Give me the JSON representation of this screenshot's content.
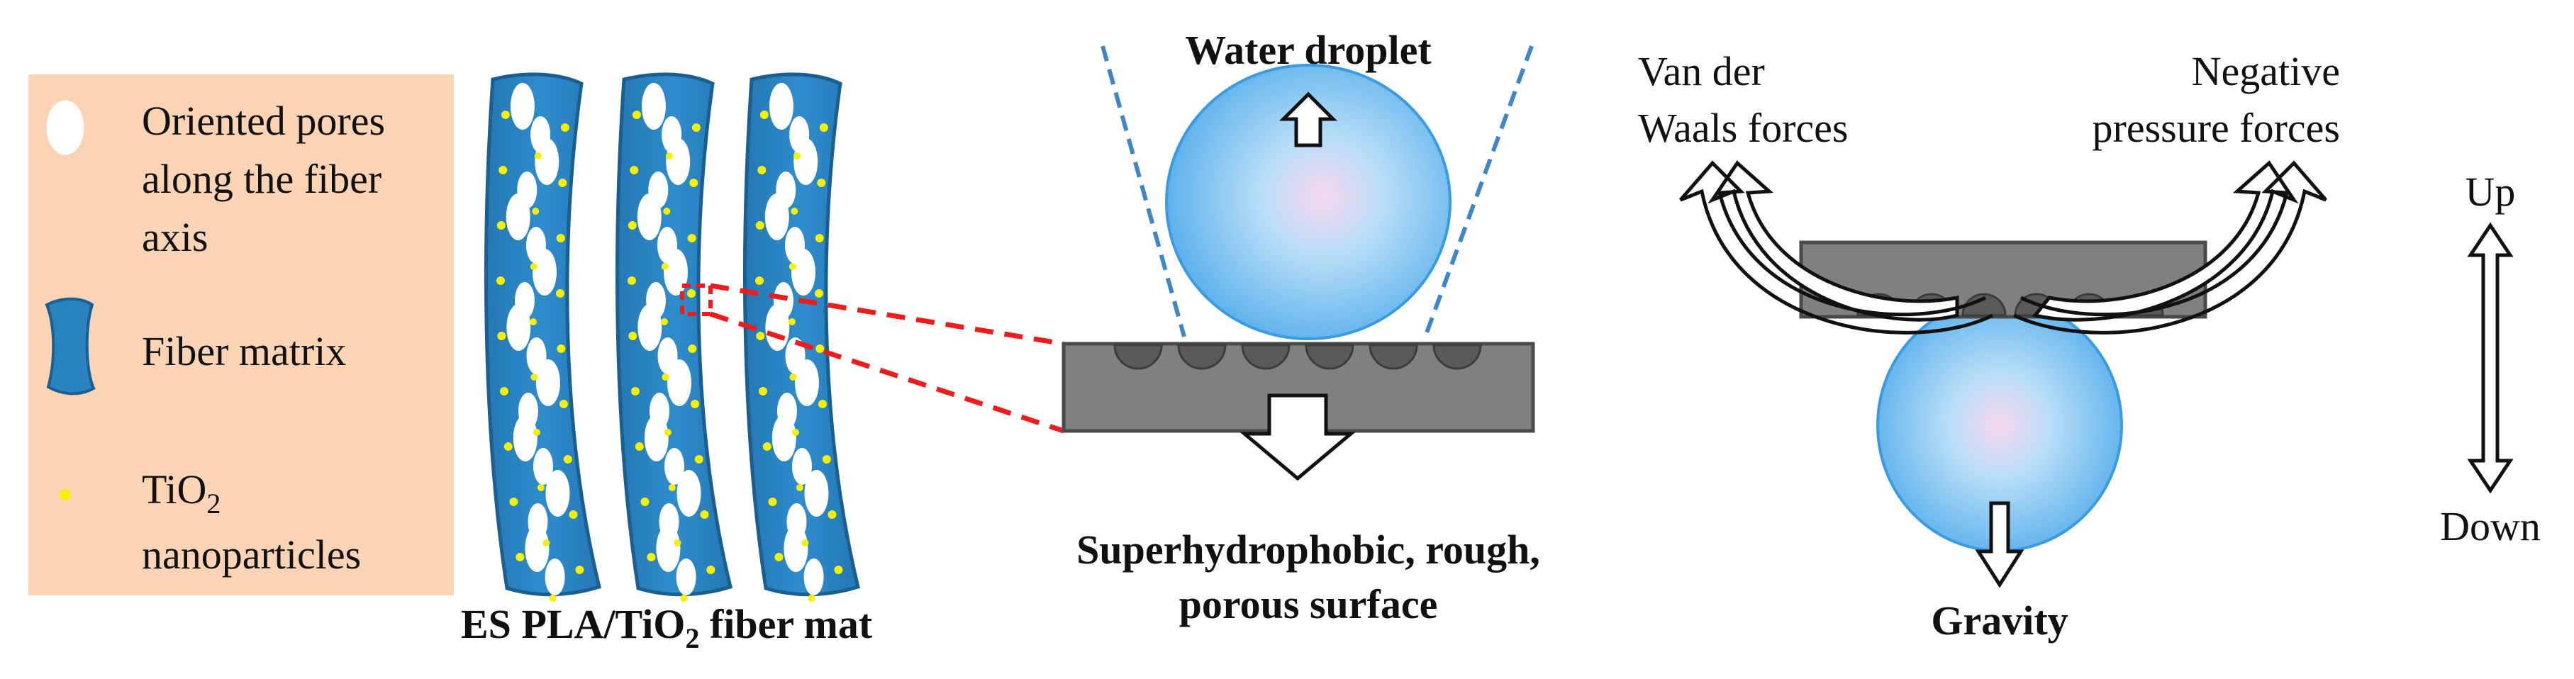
{
  "legend": {
    "pores_label_lines": [
      "Oriented pores",
      "along the fiber",
      "axis"
    ],
    "fiber_label": "Fiber matrix",
    "tio2_label_main": "TiO",
    "tio2_label_sub": "2",
    "tio2_label_line2": "nanoparticles"
  },
  "fiber_mat": {
    "caption_part1": "ES PLA/TiO",
    "caption_sub": "2",
    "caption_part2": " fiber mat"
  },
  "center_panel": {
    "droplet_title": "Water droplet",
    "surface_caption_lines": [
      "Superhydrophobic, rough,",
      "porous surface"
    ]
  },
  "right_panel": {
    "vdw_lines": [
      "Van der",
      "Waals forces"
    ],
    "neg_pressure_lines": [
      "Negative",
      "pressure forces"
    ],
    "gravity_label": "Gravity",
    "up_label": "Up",
    "down_label": "Down"
  },
  "colors": {
    "legend_bg": "#fbd3b5",
    "fiber_blue": "#2a82c0",
    "fiber_edge": "#1b5f91",
    "nanoparticle_yellow": "#f5f000",
    "surface_gray": "#808080",
    "bump_gray": "#5a5a5a",
    "droplet_edge": "#3a9be0",
    "dashed_blue": "#3f86c4",
    "dashed_red": "#ee1c1c"
  }
}
